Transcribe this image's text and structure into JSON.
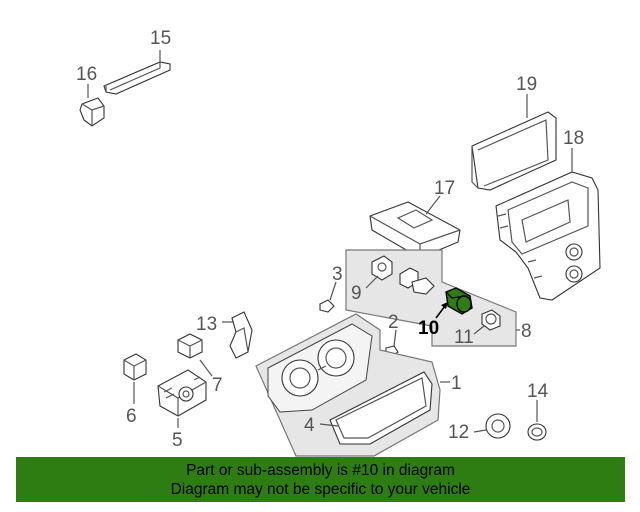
{
  "callouts": {
    "c1": "1",
    "c2": "2",
    "c3": "3",
    "c4": "4",
    "c5": "5",
    "c6": "6",
    "c7": "7",
    "c8": "8",
    "c9": "9",
    "c10": "10",
    "c11": "11",
    "c12": "12",
    "c13": "13",
    "c14": "14",
    "c15": "15",
    "c16": "16",
    "c17": "17",
    "c18": "18",
    "c19": "19"
  },
  "highlight": {
    "part": "10",
    "color": "#2e7d12"
  },
  "banner": {
    "line1": "Part or sub-assembly is #10 in diagram",
    "line2": "Diagram may not be specific to your vehicle",
    "background": "#2e7d12"
  }
}
